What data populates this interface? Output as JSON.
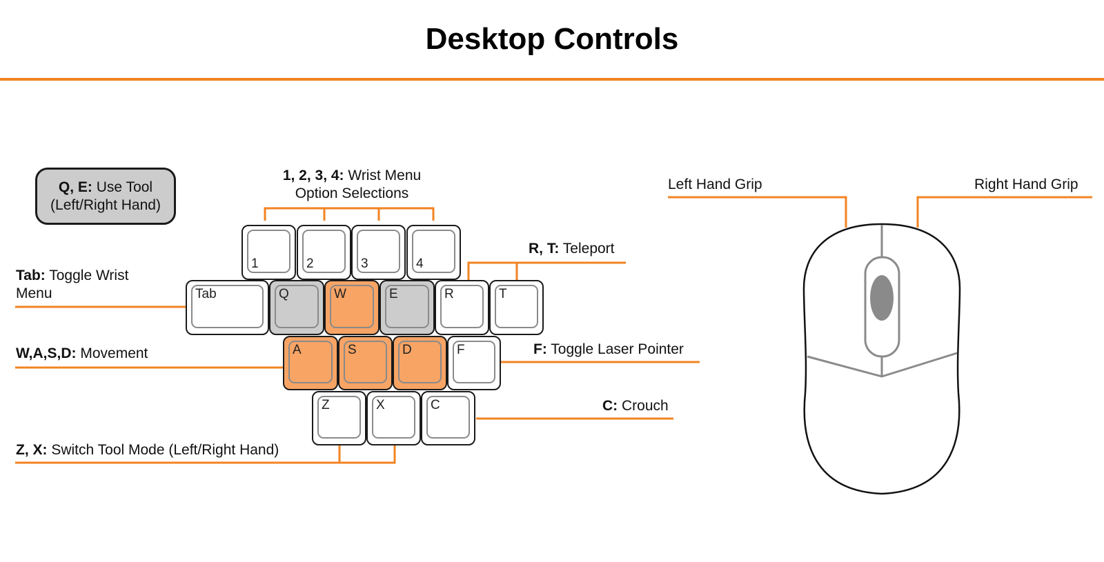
{
  "title": "Desktop Controls",
  "accent_color": "#f28322",
  "keys": {
    "k1": "1",
    "k2": "2",
    "k3": "3",
    "k4": "4",
    "tab": "Tab",
    "q": "Q",
    "w": "W",
    "e": "E",
    "r": "R",
    "t": "T",
    "a": "A",
    "s": "S",
    "d": "D",
    "f": "F",
    "z": "Z",
    "x": "X",
    "c": "C"
  },
  "labels": {
    "qe_key": "Q, E:",
    "qe_text": "Use Tool",
    "qe_text2": "(Left/Right Hand)",
    "numbers_key": "1, 2, 3, 4:",
    "numbers_text": "Wrist Menu",
    "numbers_text2": "Option Selections",
    "rt_key": "R, T:",
    "rt_text": "Teleport",
    "tab_key": "Tab:",
    "tab_text": "Toggle Wrist",
    "tab_text2": "Menu",
    "wasd_key": "W,A,S,D:",
    "wasd_text": "Movement",
    "f_key": "F:",
    "f_text": "Toggle Laser Pointer",
    "c_key": "C:",
    "c_text": "Crouch",
    "zx_key": "Z, X:",
    "zx_text": "Switch Tool Mode (Left/Right Hand)",
    "left_grip": "Left Hand Grip",
    "right_grip": "Right Hand Grip"
  }
}
